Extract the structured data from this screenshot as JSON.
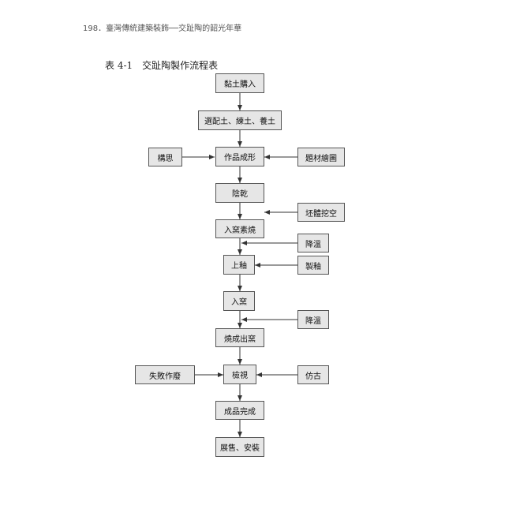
{
  "header": {
    "text": "198．臺灣傳統建築裝飾──交趾陶的韶光年華"
  },
  "caption": {
    "text": "表 4-1　交趾陶製作流程表"
  },
  "flow": {
    "main": {
      "clay_purchase": "黏土購入",
      "clay_prep": "選配土、練土、養土",
      "forming": "作品成形",
      "drying": "陰乾",
      "bisque_firing": "入窯素燒",
      "glazing": "上釉",
      "kiln_loading": "入窯",
      "firing_out": "燒成出窯",
      "inspection": "檢視",
      "finished": "成品完成",
      "sale_install": "展售、安裝"
    },
    "side": {
      "concept": "構思",
      "subject_drawing": "題材繪圖",
      "hollowing": "坯體挖空",
      "cooling_1": "降溫",
      "glaze_making": "製釉",
      "cooling_2": "降溫",
      "failure_scrap": "失敗作廢",
      "antiquing": "仿古"
    }
  }
}
